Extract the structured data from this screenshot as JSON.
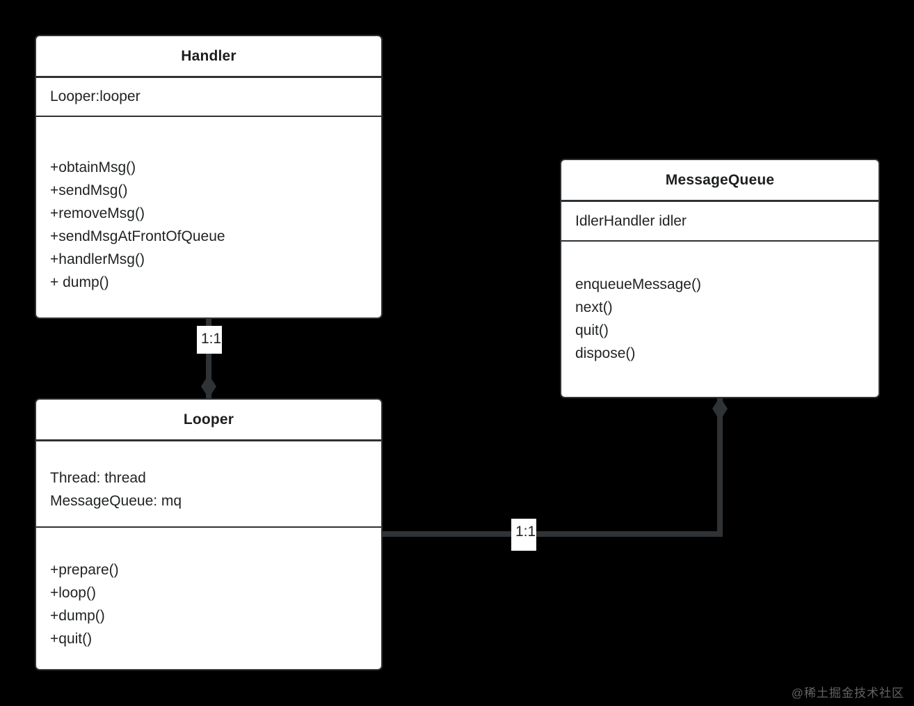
{
  "diagram": {
    "type": "uml-class-diagram",
    "background_color": "#000000",
    "box_fill_color": "#ffffff",
    "box_border_color": "#2f3234",
    "connector_color": "#303335",
    "classes": [
      {
        "id": "handler",
        "name": "Handler",
        "attributes": [
          "Looper:looper"
        ],
        "methods": [
          "+obtainMsg()",
          "+sendMsg()",
          "+removeMsg()",
          "+sendMsgAtFrontOfQueue",
          "+handlerMsg()",
          "+ dump()"
        ]
      },
      {
        "id": "messagequeue",
        "name": "MessageQueue",
        "attributes": [
          "IdlerHandler idler"
        ],
        "methods": [
          "enqueueMessage()",
          "next()",
          "quit()",
          "dispose()"
        ]
      },
      {
        "id": "looper",
        "name": "Looper",
        "attributes": [
          "Thread: thread",
          "MessageQueue: mq"
        ],
        "methods": [
          "+prepare()",
          "+loop()",
          "+dump()",
          "+quit()"
        ]
      }
    ],
    "connectors": [
      {
        "id": "handler-looper",
        "from": "Handler",
        "to": "Looper",
        "relation": "composition",
        "multiplicity": "1:1"
      },
      {
        "id": "looper-messagequeue",
        "from": "Looper",
        "to": "MessageQueue",
        "relation": "composition",
        "multiplicity": "1:1"
      }
    ]
  },
  "watermark": {
    "text": "@稀土掘金技术社区"
  }
}
